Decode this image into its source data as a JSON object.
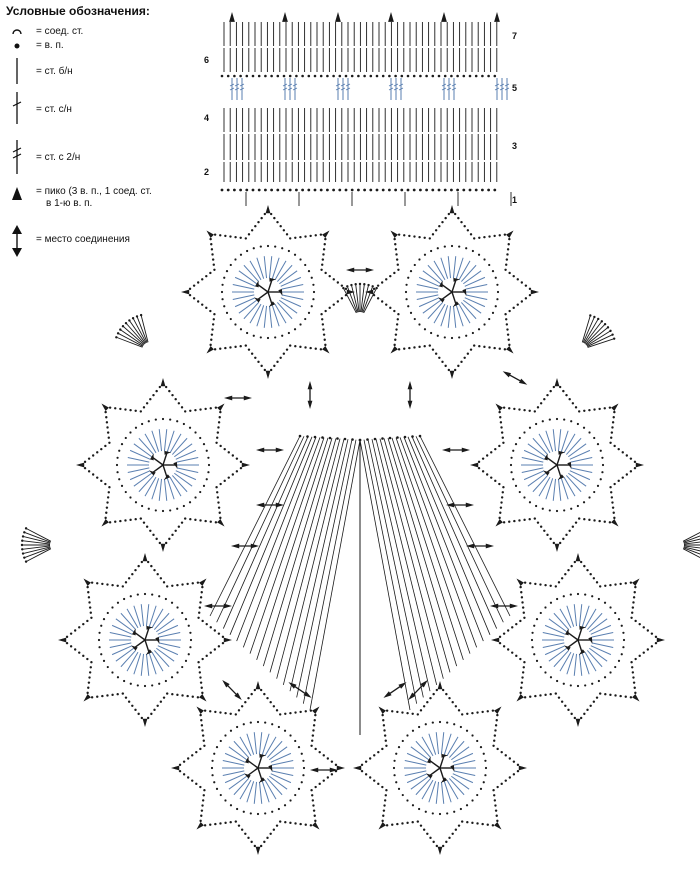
{
  "legend": {
    "title": "Условные обозначения:",
    "items": [
      {
        "symbol": "slip-stitch-icon",
        "text": "= соед. ст."
      },
      {
        "symbol": "chain-stitch-icon",
        "text": "= в. п."
      },
      {
        "symbol": "single-crochet-icon",
        "text": "= ст. б/н"
      },
      {
        "symbol": "double-crochet-icon",
        "text": "= ст. с/н"
      },
      {
        "symbol": "treble-crochet-icon",
        "text": "= ст. с 2/н"
      },
      {
        "symbol": "picot-icon",
        "text": "= пико (3 в. п., 1 соед. ст.",
        "text2": "в 1-ю в. п."
      },
      {
        "symbol": "join-point-icon",
        "text": "= место соединения"
      }
    ]
  },
  "border_pattern": {
    "rows_left": [
      "6",
      "4",
      "2"
    ],
    "rows_right": [
      "7",
      "5",
      "3",
      "1"
    ]
  },
  "colors": {
    "ink": "#1a1a1a",
    "blue_stitch": "#5a7fb0"
  }
}
